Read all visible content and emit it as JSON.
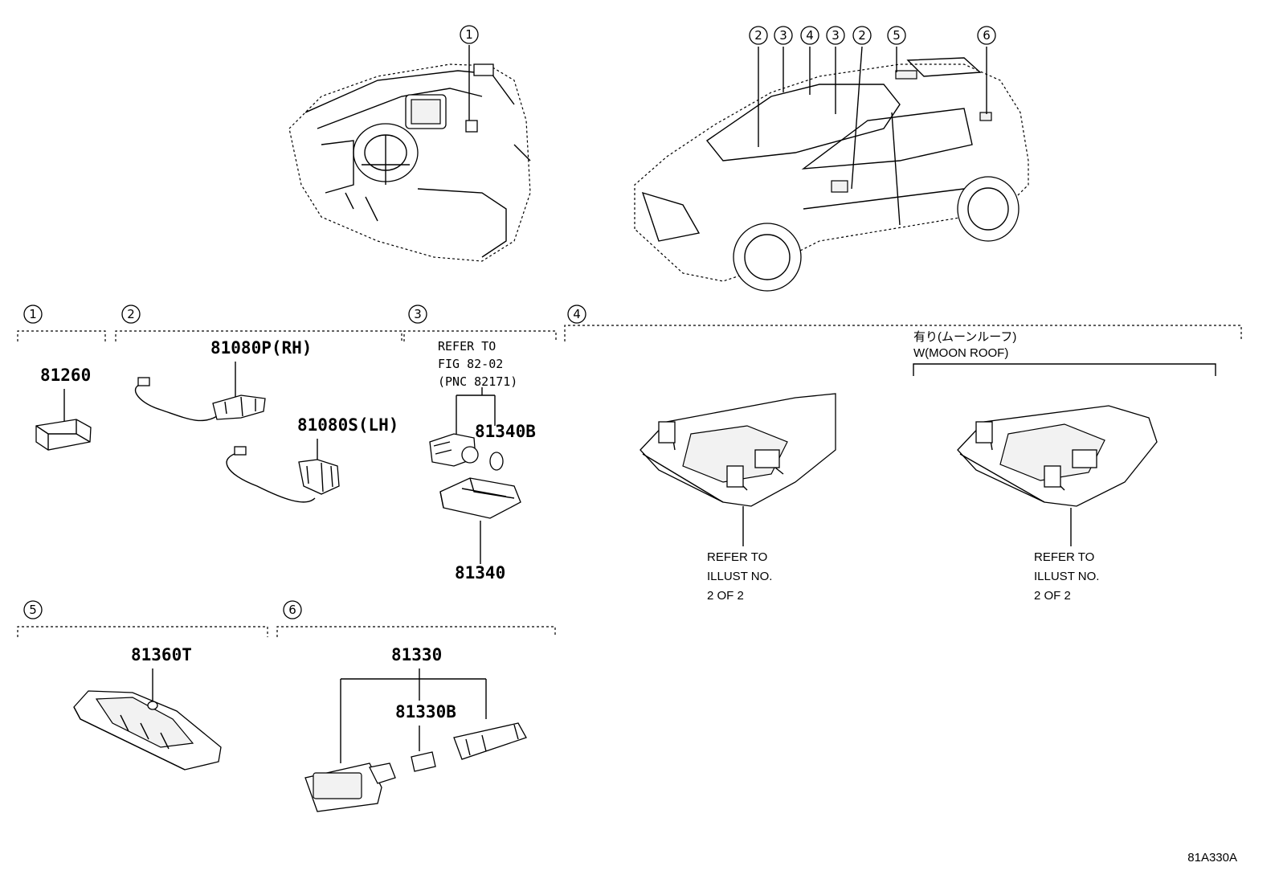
{
  "top_callouts_car": [
    "2",
    "3",
    "4",
    "3",
    "2",
    "5",
    "6"
  ],
  "top_callout_dash": "1",
  "sections": {
    "s1": {
      "num": "1",
      "parts": [
        "81260"
      ]
    },
    "s2": {
      "num": "2",
      "parts": [
        "81080P(RH)",
        "81080S(LH)"
      ]
    },
    "s3": {
      "num": "3",
      "refer": [
        "REFER TO",
        "FIG 82-02",
        "(PNC 82171)"
      ],
      "parts": [
        "81340B",
        "81340"
      ]
    },
    "s4": {
      "num": "4",
      "option_jp": "有り(ムーンルーフ)",
      "option_en": "W(MOON ROOF)",
      "refer_left": [
        "REFER TO",
        "ILLUST NO.",
        "2 OF 2"
      ],
      "refer_right": [
        "REFER TO",
        "ILLUST NO.",
        "2 OF 2"
      ]
    },
    "s5": {
      "num": "5",
      "parts": [
        "81360T"
      ]
    },
    "s6": {
      "num": "6",
      "parts": [
        "81330",
        "81330B"
      ]
    }
  },
  "illustration_code": "81A330A"
}
